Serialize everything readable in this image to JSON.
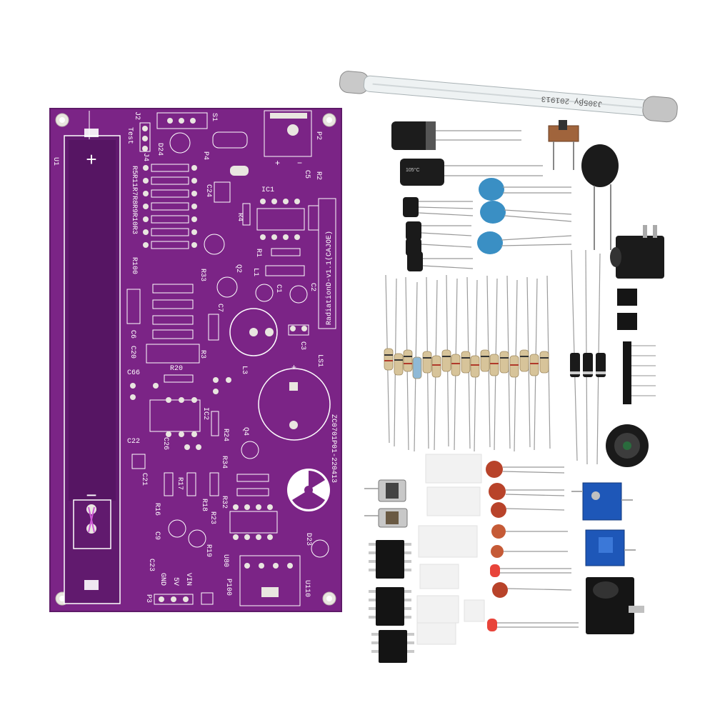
{
  "photo": {
    "colors": {
      "background": "#ffffff",
      "pcb": "#7b2486",
      "pcb_dark": "#5e1a68",
      "silkscreen": "#ffffff",
      "ceramic_blue": "#3a8fc4",
      "ceramic_orange": "#b8432a",
      "resistor_body": "#d7c49a",
      "trimmer_blue": "#1e57b8"
    },
    "pcb": {
      "board_title": "RadiationD-v1.1(CAJOE)",
      "date_code": "ZC0701P01-220413",
      "labels": {
        "u1": "U1",
        "j2": "J2",
        "test": "Test",
        "j4": "J4",
        "d24": "D24",
        "s1": "S1",
        "p4": "P4",
        "p2": "P2",
        "r2": "R2",
        "c5": "C5",
        "ic1": "IC1",
        "c24": "C24",
        "r4": "R4",
        "r1": "R1",
        "q2": "Q2",
        "l1": "L1",
        "c1": "C1",
        "c2": "C2",
        "c7": "C7",
        "r33": "R33",
        "r100": "R100",
        "c6": "C6",
        "c3": "C3",
        "c20": "C20",
        "r3": "R3",
        "ls1": "LS1",
        "l3": "L3",
        "c66": "C66",
        "r20": "R20",
        "ic2": "IC2",
        "r24": "R24",
        "q4": "Q4",
        "c22": "C22",
        "c26": "C26",
        "r34": "R34",
        "c21": "C21",
        "r17": "R17",
        "r16": "R16",
        "r18": "R18",
        "r32": "R32",
        "r23": "R23",
        "c9": "C9",
        "r19": "R19",
        "u80": "U80",
        "d23": "D23",
        "c23": "C23",
        "gnd": "GND",
        "v5": "5V",
        "vin": "VIN",
        "p3": "P3",
        "p100": "P100",
        "u110": "U110",
        "resistor_bank": "R5R11R7R8R9R10R3"
      }
    },
    "geiger_tube_print": "J305βγ  201913"
  }
}
